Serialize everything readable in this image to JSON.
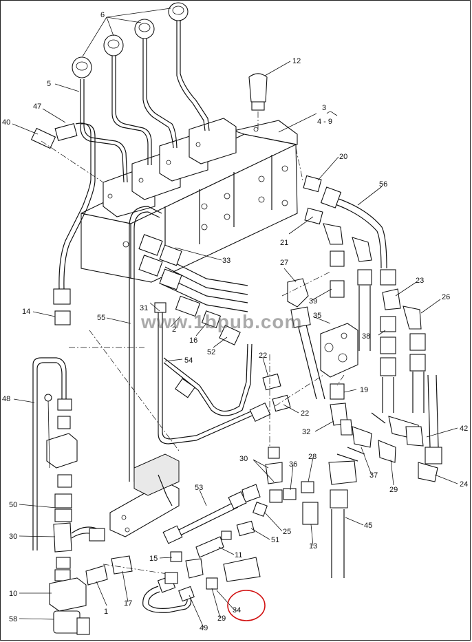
{
  "watermark": "www.1bpub.com",
  "callouts": [
    {
      "id": "c6",
      "text": "6"
    },
    {
      "id": "c5",
      "text": "5"
    },
    {
      "id": "c47",
      "text": "47"
    },
    {
      "id": "c40",
      "text": "40"
    },
    {
      "id": "c12",
      "text": "12"
    },
    {
      "id": "c3",
      "text": "3"
    },
    {
      "id": "c49r",
      "text": "4 - 9"
    },
    {
      "id": "c20",
      "text": "20"
    },
    {
      "id": "c56",
      "text": "56"
    },
    {
      "id": "c21",
      "text": "21"
    },
    {
      "id": "c33",
      "text": "33"
    },
    {
      "id": "c27",
      "text": "27"
    },
    {
      "id": "c23",
      "text": "23"
    },
    {
      "id": "c26",
      "text": "26"
    },
    {
      "id": "c39",
      "text": "39"
    },
    {
      "id": "c14",
      "text": "14"
    },
    {
      "id": "c31",
      "text": "31"
    },
    {
      "id": "c55",
      "text": "55"
    },
    {
      "id": "c2",
      "text": "2"
    },
    {
      "id": "c35",
      "text": "35"
    },
    {
      "id": "c38",
      "text": "38"
    },
    {
      "id": "c16",
      "text": "16"
    },
    {
      "id": "c52",
      "text": "52"
    },
    {
      "id": "c54",
      "text": "54"
    },
    {
      "id": "c22a",
      "text": "22"
    },
    {
      "id": "c48",
      "text": "48"
    },
    {
      "id": "c19",
      "text": "19"
    },
    {
      "id": "c22b",
      "text": "22"
    },
    {
      "id": "c32",
      "text": "32"
    },
    {
      "id": "c42",
      "text": "42"
    },
    {
      "id": "c30a",
      "text": "30"
    },
    {
      "id": "c28",
      "text": "28"
    },
    {
      "id": "c36",
      "text": "36"
    },
    {
      "id": "c37",
      "text": "37"
    },
    {
      "id": "c29a",
      "text": "29"
    },
    {
      "id": "c24",
      "text": "24"
    },
    {
      "id": "c50",
      "text": "50"
    },
    {
      "id": "c53",
      "text": "53"
    },
    {
      "id": "c25",
      "text": "25"
    },
    {
      "id": "c51",
      "text": "51"
    },
    {
      "id": "c45",
      "text": "45"
    },
    {
      "id": "c30b",
      "text": "30"
    },
    {
      "id": "c13",
      "text": "13"
    },
    {
      "id": "c15",
      "text": "15"
    },
    {
      "id": "c11",
      "text": "11"
    },
    {
      "id": "c10",
      "text": "10"
    },
    {
      "id": "c17",
      "text": "17"
    },
    {
      "id": "c1",
      "text": "1"
    },
    {
      "id": "c58",
      "text": "58"
    },
    {
      "id": "c49",
      "text": "49"
    },
    {
      "id": "c29b",
      "text": "29"
    },
    {
      "id": "c34",
      "text": "34"
    }
  ],
  "highlight": {
    "label": "34",
    "color": "#d11111"
  }
}
